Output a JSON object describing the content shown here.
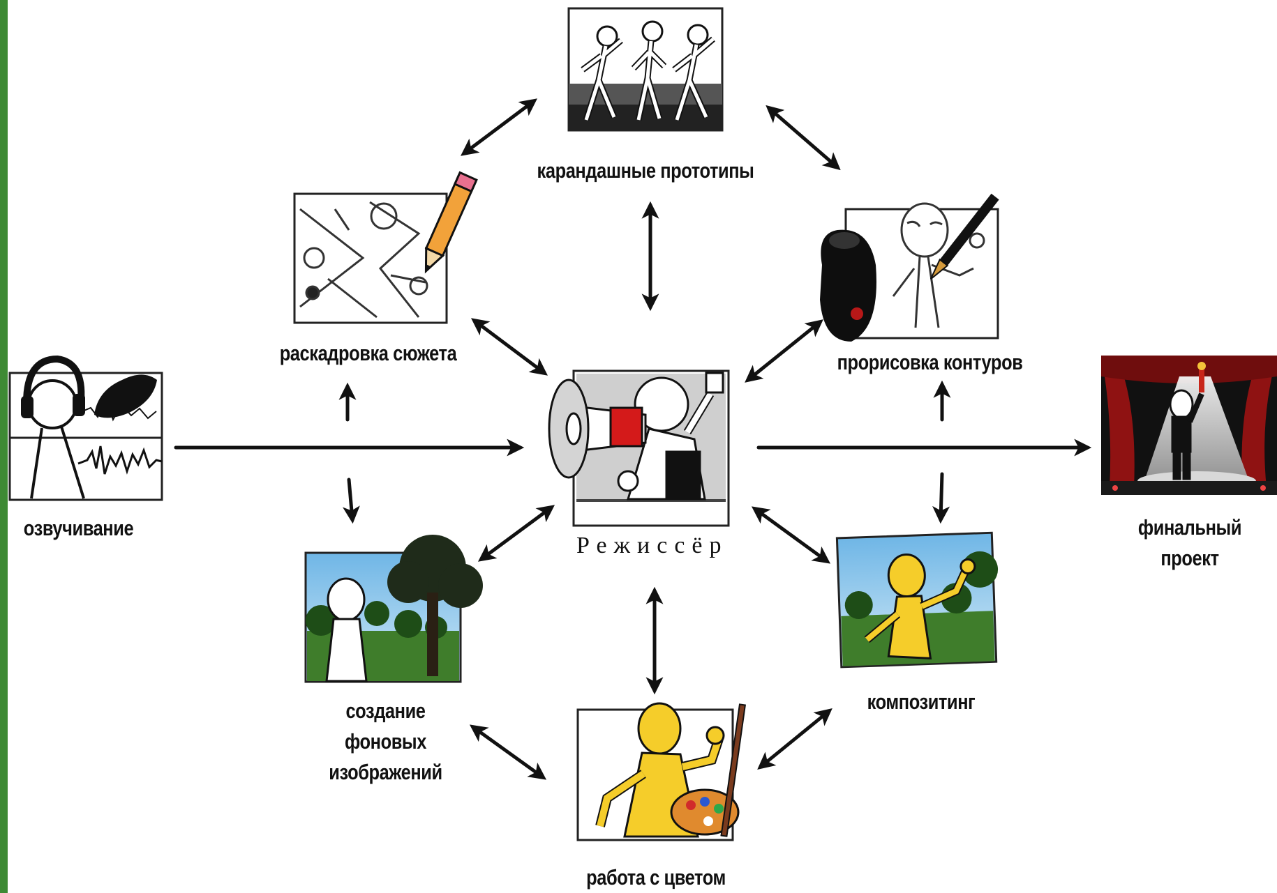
{
  "colors": {
    "accent_bar": "#3e8a34",
    "ink": "#111111",
    "sky": "#5aa7dd",
    "grass": "#3f7d2b",
    "skin": "#f5cd2a",
    "curtain": "#8f1212"
  },
  "nodes": {
    "pencil_tests": {
      "label": "карандашные прототипы",
      "icon": "walking-figures-icon"
    },
    "storyboard": {
      "label": "раскадровка сюжета",
      "icon": "storyboard-pencil-icon"
    },
    "inking": {
      "label": "прорисовка контуров",
      "icon": "inking-pen-icon"
    },
    "voice": {
      "label": "озвучивание",
      "icon": "headphones-waveform-icon"
    },
    "director": {
      "label": "Режиссёр",
      "icon": "megaphone-director-icon"
    },
    "final": {
      "line1": "финальный",
      "line2": "проект",
      "icon": "stage-curtain-icon"
    },
    "backgrounds": {
      "line1": "создание",
      "line2": "фоновых",
      "line3": "изображений",
      "icon": "landscape-tree-icon"
    },
    "compositing": {
      "label": "композитинг",
      "icon": "cheering-character-icon"
    },
    "coloring": {
      "label": "работа с цветом",
      "icon": "palette-brush-icon"
    }
  }
}
